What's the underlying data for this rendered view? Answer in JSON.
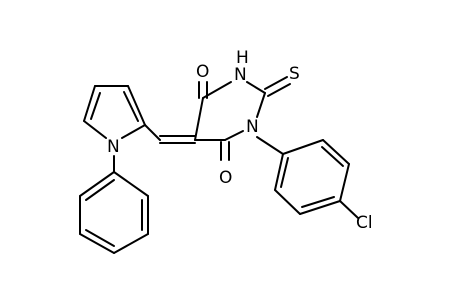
{
  "structure": {
    "labels": {
      "o_top": "O",
      "nh": "H",
      "nh_n": "N",
      "s": "S",
      "n1": "N",
      "o_bottom": "O",
      "cl": "Cl",
      "pyrrole_n": "N"
    },
    "colors": {
      "bond": "#000000",
      "text": "#000000",
      "background": "#ffffff"
    }
  }
}
